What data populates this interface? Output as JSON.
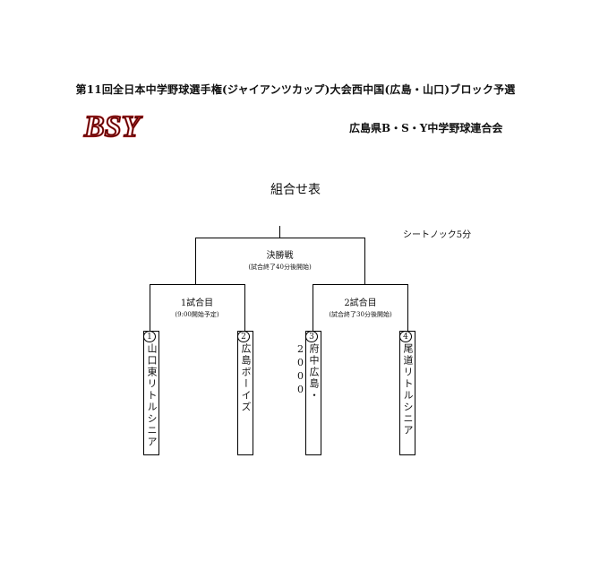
{
  "title": "第11回全日本中学野球選手権(ジャイアンツカップ)大会西中国(広島・山口)ブロック予選",
  "organizer": "広島県B・S・Y中学野球連合会",
  "logo_text": "BSY",
  "heading": "組合せ表",
  "knock_note": "シートノック5分",
  "final": {
    "label": "決勝戦",
    "sub": "(試合終了40分後開始)"
  },
  "game1": {
    "label": "1試合目",
    "sub": "(9:00開始予定)"
  },
  "game2": {
    "label": "2試合目",
    "sub": "(試合終了30分後開始)"
  },
  "teams": [
    {
      "seed": "1",
      "name": "山口東リトルシニア"
    },
    {
      "seed": "2",
      "name": "広島ボーイズ"
    },
    {
      "seed": "3",
      "name": "府中広島・2000"
    },
    {
      "seed": "4",
      "name": "尾道リトルシニア"
    }
  ]
}
